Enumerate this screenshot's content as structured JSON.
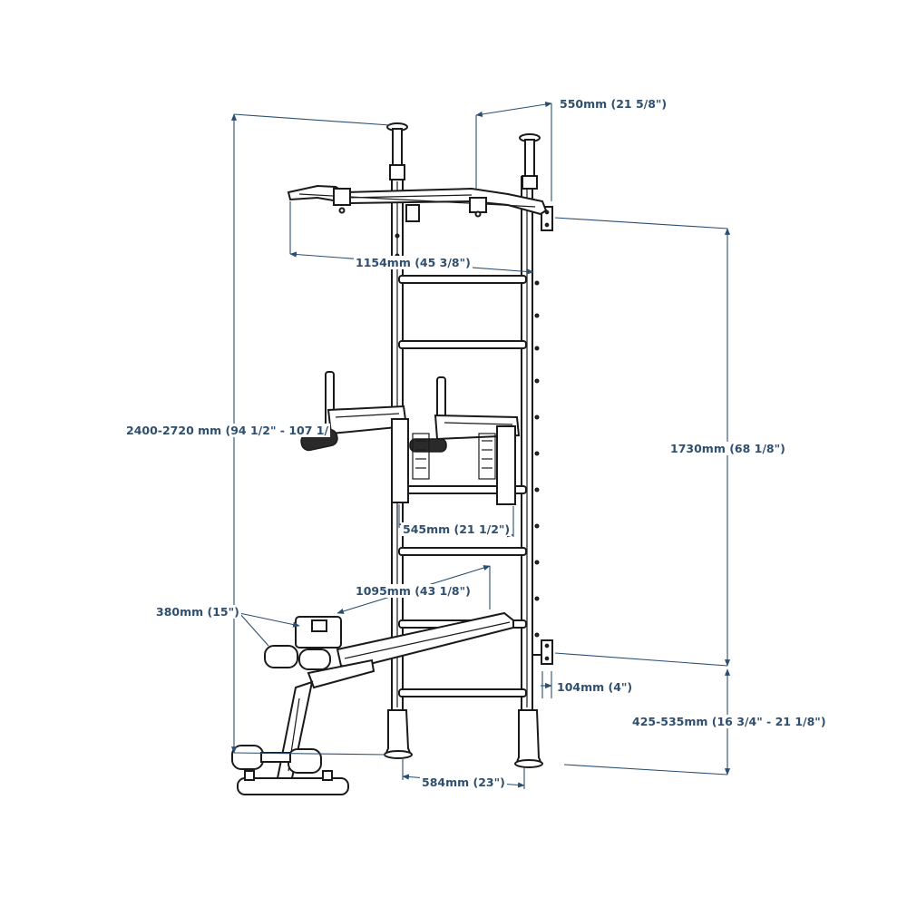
{
  "dimensions": {
    "top_width": "550mm (21 5/8\")",
    "pullup_bar_width": "1154mm (45 3/8\")",
    "total_height": "2400-2720 mm (94 1/2\" - 107 1/",
    "bracket_spacing": "1730mm (68 1/8\")",
    "dip_station_width": "545mm (21 1/2\")",
    "bench_length": "1095mm (43 1/8\")",
    "bench_width": "380mm (15\")",
    "wall_offset": "104mm (4\")",
    "bottom_bracket_height": "425-535mm (16 3/4\" - 21 1/8\")",
    "base_width": "584mm (23\")"
  },
  "colors": {
    "dimension": "#2b4f73",
    "equipment": "#1a1a1a"
  }
}
